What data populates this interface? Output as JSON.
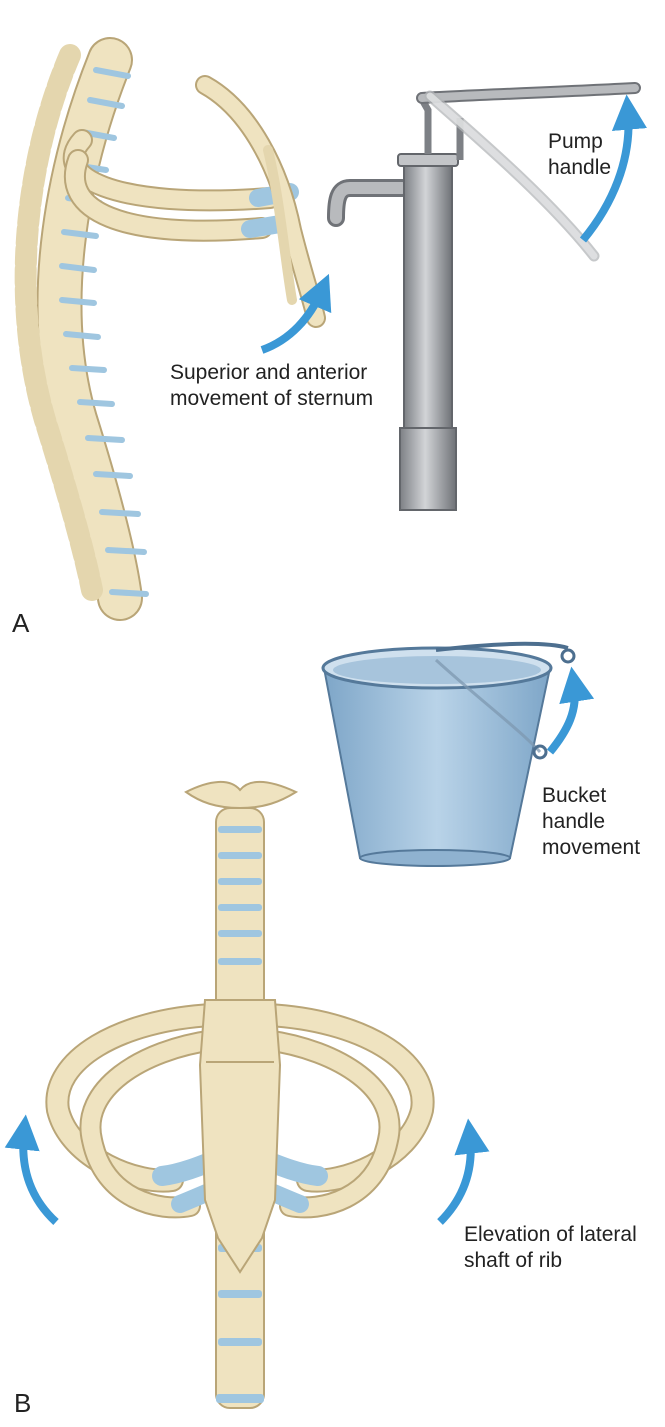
{
  "panels": {
    "a": {
      "letter": "A",
      "sternum_label": [
        "Superior and anterior",
        "movement of sternum"
      ],
      "pump_label": [
        "Pump",
        "handle"
      ]
    },
    "b": {
      "letter": "B",
      "bucket_label": [
        "Bucket",
        "handle",
        "movement"
      ],
      "rib_label": [
        "Elevation of lateral",
        "shaft of rib"
      ]
    }
  },
  "colors": {
    "bone": "#efe3c0",
    "bone_outline": "#b9a577",
    "disc": "#9fc6e0",
    "arrow": "#3a98d6",
    "pump_metal": "#a2a4a8",
    "bucket": "#9ec0dc"
  }
}
